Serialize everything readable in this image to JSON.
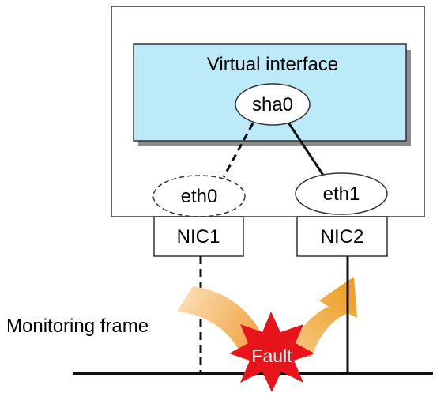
{
  "diagram": {
    "virtual_interface_label": "Virtual interface",
    "sha0_label": "sha0",
    "eth0_label": "eth0",
    "eth1_label": "eth1",
    "nic1_label": "NIC1",
    "nic2_label": "NIC2",
    "monitoring_frame_label": "Monitoring frame",
    "fault_label": "Fault",
    "colors": {
      "virtual_interface_fill": "#BDEAF8",
      "shadow": "#8C8C8C",
      "fault_fill": "#E8141C",
      "arrow_light": "#F7C98A",
      "arrow_dark": "#EE9A1C"
    }
  }
}
